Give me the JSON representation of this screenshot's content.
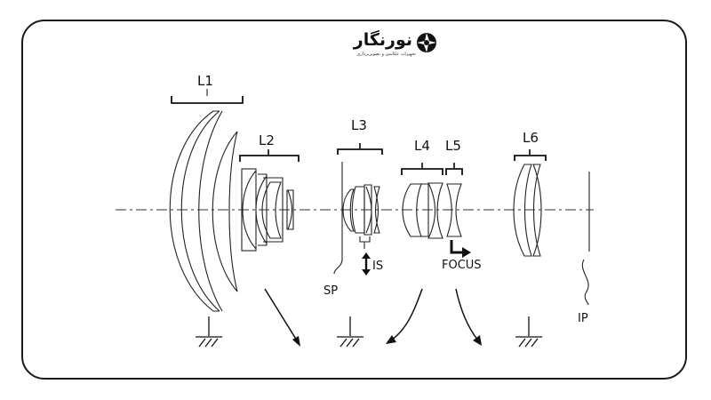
{
  "logo": {
    "title": "نورنگار",
    "subtitle": "تجهیزات عکاسی و تصویربرداری",
    "icon": "aperture-icon"
  },
  "groups": {
    "l1": "L1",
    "l2": "L2",
    "l3": "L3",
    "l4": "L4",
    "l5": "L5",
    "l6": "L6"
  },
  "markers": {
    "stop": "SP",
    "stabilizer": "IS",
    "focus": "FOCUS",
    "image_plane": "IP"
  },
  "colors": {
    "line": "#222222",
    "frame": "#1a1a1a"
  }
}
